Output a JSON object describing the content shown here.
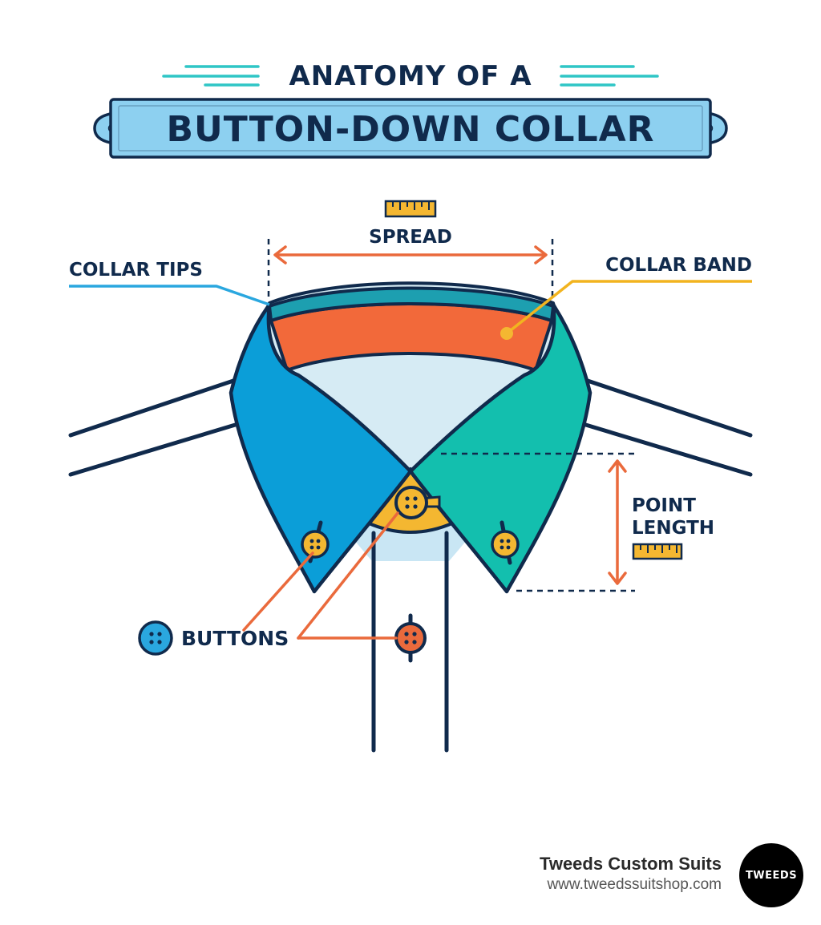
{
  "title": {
    "line1": "ANATOMY OF A",
    "line2": "BUTTON-DOWN COLLAR"
  },
  "labels": {
    "spread": "SPREAD",
    "collar_tips": "COLLAR TIPS",
    "collar_band": "COLLAR BAND",
    "point_length_1": "POINT",
    "point_length_2": "LENGTH",
    "buttons": "BUTTONS"
  },
  "brand": {
    "name": "Tweeds Custom Suits",
    "url": "www.tweedssuitshop.com",
    "logo_text": "TWEEDS"
  },
  "colors": {
    "navy": "#102a4c",
    "left_collar": "#0b9ed8",
    "right_collar": "#13bfae",
    "band": "#f2693a",
    "banner": "#8dd0f0",
    "gold": "#f4b731",
    "teal_accent": "#2fc6c6",
    "leader_blue": "#2aa7df",
    "leader_gold": "#f2b41f",
    "leader_orange": "#ea6a3c"
  }
}
